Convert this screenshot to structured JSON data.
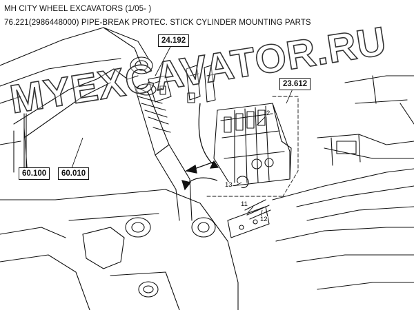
{
  "header": {
    "model_line": "MH CITY WHEEL EXCAVATORS (1/05- )",
    "section_title": "76.221(2986448000) PIPE-BREAK PROTEC. STICK CYLINDER MOUNTING PARTS"
  },
  "callouts": {
    "ref_24192": "24.192",
    "ref_23612": "23.612",
    "ref_60100": "60.100",
    "ref_60010": "60.010"
  },
  "part_numbers": {
    "p2": "2",
    "p11": "11",
    "p12": "12",
    "p13": "13"
  },
  "watermark": {
    "text": "MYEXCAVATOR.RU"
  },
  "colors": {
    "line": "#111111",
    "background": "#ffffff",
    "arrow": "#111111"
  }
}
